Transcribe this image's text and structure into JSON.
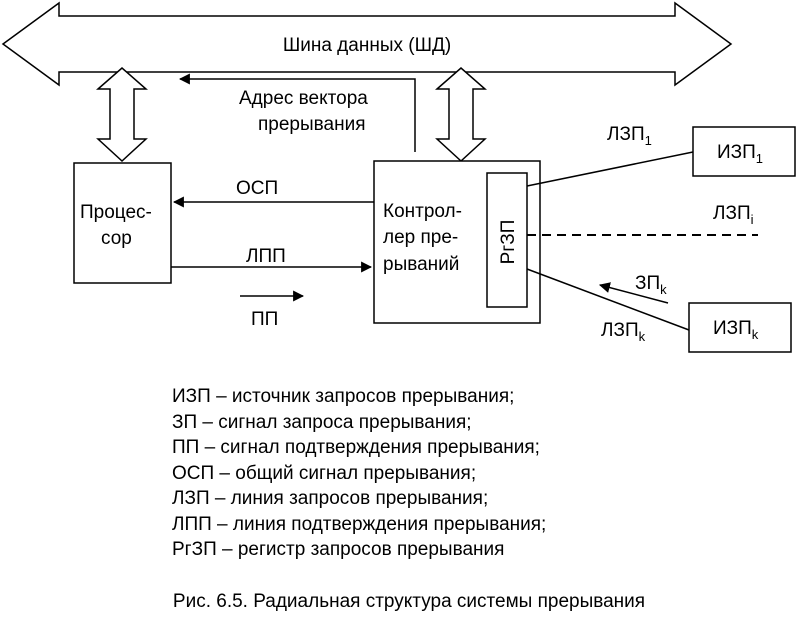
{
  "bus": {
    "label": "Шина данных (ШД)"
  },
  "vector": {
    "line1": "Адрес вектора",
    "line2": "прерывания"
  },
  "processor": {
    "line1": "Процес-",
    "line2": "сор"
  },
  "controller": {
    "line1": "Контрол-",
    "line2": "лер пре-",
    "line3": "рываний"
  },
  "register": {
    "label": "РгЗП"
  },
  "signals": {
    "osp": "ОСП",
    "lpp": "ЛПП",
    "pp": "ПП"
  },
  "sources": {
    "izp1": {
      "base": "ИЗП",
      "sub": "1"
    },
    "izpk": {
      "base": "ИЗП",
      "sub": "k"
    }
  },
  "lines": {
    "lzp1": {
      "base": "ЛЗП",
      "sub": "1"
    },
    "lzpi": {
      "base": "ЛЗП",
      "sub": "i"
    },
    "lzpk": {
      "base": "ЛЗП",
      "sub": "k"
    },
    "zpk": {
      "base": "ЗП",
      "sub": "k"
    }
  },
  "legend": [
    "ИЗП – источник запросов прерывания;",
    "ЗП – сигнал запроса прерывания;",
    "ПП – сигнал подтверждения прерывания;",
    "ОСП – общий сигнал прерывания;",
    "ЛЗП – линия запросов прерывания;",
    "ЛПП – линия подтверждения прерывания;",
    "РгЗП – регистр запросов прерывания"
  ],
  "caption": "Рис. 6.5. Радиальная структура системы прерывания"
}
